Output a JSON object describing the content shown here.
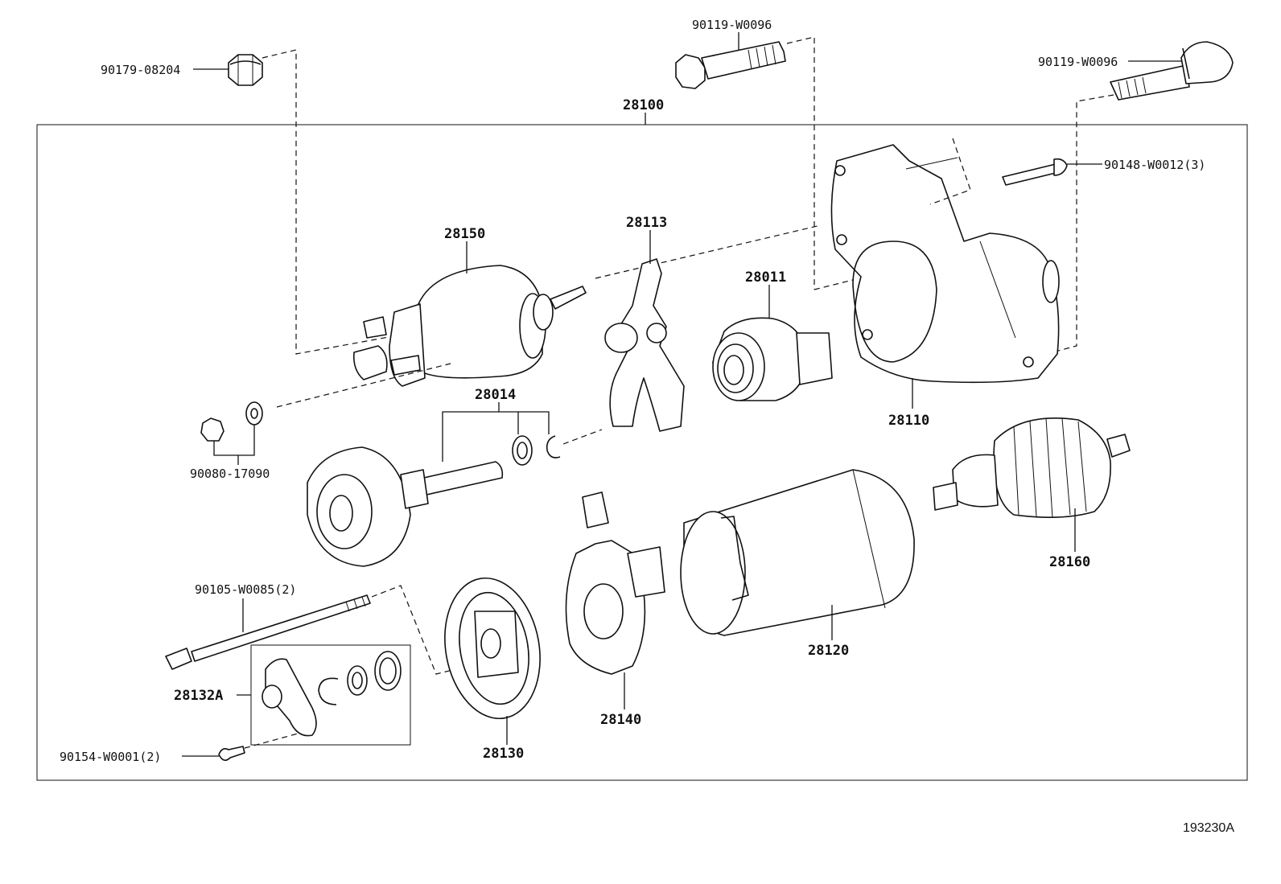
{
  "figure_id": "193230A",
  "labels": {
    "p90179": "90179-08204",
    "p90119a": "90119-W0096",
    "p90119b": "90119-W0096",
    "p28100": "28100",
    "p90148": "90148-W0012(3)",
    "p28150": "28150",
    "p28113": "28113",
    "p28011": "28011",
    "p28110": "28110",
    "p28014": "28014",
    "p90080": "90080-17090",
    "p28160": "28160",
    "p90105": "90105-W0085(2)",
    "p28120": "28120",
    "p28132A": "28132A",
    "p28140": "28140",
    "p28130": "28130",
    "p90154": "90154-W0001(2)"
  }
}
